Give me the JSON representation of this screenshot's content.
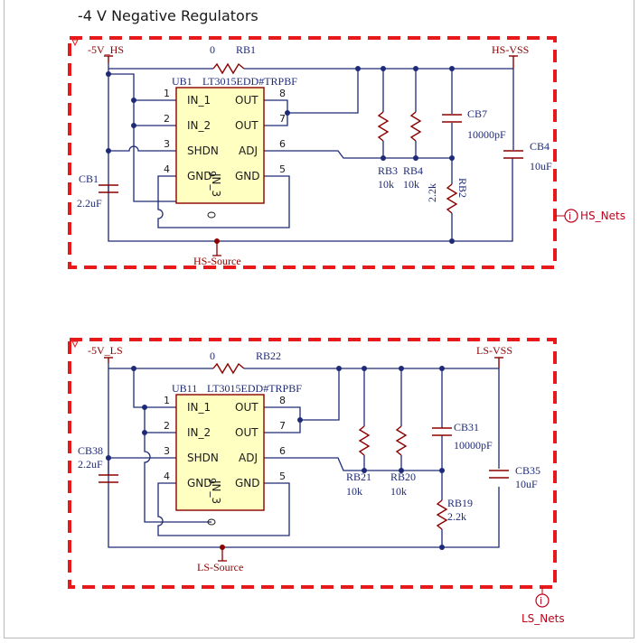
{
  "title": "-4 V Negative Regulators",
  "hs": {
    "ports": {
      "supply": "-5V_HS",
      "vss": "HS-VSS",
      "source": "HS-Source"
    },
    "nets_label": "HS_Nets",
    "ic": {
      "designator": "UB1",
      "part": "LT3015EDD#TRPBF",
      "pins": [
        {
          "num": "1",
          "name": "IN_1"
        },
        {
          "num": "2",
          "name": "IN_2"
        },
        {
          "num": "3",
          "name": "SHDN"
        },
        {
          "num": "4",
          "name": "GND"
        },
        {
          "num": "8",
          "name": "OUT"
        },
        {
          "num": "7",
          "name": "OUT"
        },
        {
          "num": "6",
          "name": "ADJ"
        },
        {
          "num": "5",
          "name": "GND"
        },
        {
          "num": "9",
          "name": "IN_3"
        }
      ]
    },
    "rb1": {
      "ref": "RB1",
      "value": "0"
    },
    "rb3": {
      "ref": "RB3",
      "value": "10k"
    },
    "rb4": {
      "ref": "RB4",
      "value": "10k"
    },
    "rb2": {
      "ref": "RB2",
      "value": "2.2k"
    },
    "cb7": {
      "ref": "CB7",
      "value": "10000pF"
    },
    "cb4": {
      "ref": "CB4",
      "value": "10uF"
    },
    "cb1": {
      "ref": "CB1",
      "value": "2.2uF"
    }
  },
  "ls": {
    "ports": {
      "supply": "-5V_LS",
      "vss": "LS-VSS",
      "source": "LS-Source"
    },
    "nets_label": "LS_Nets",
    "ic": {
      "designator": "UB11",
      "part": "LT3015EDD#TRPBF",
      "pins": [
        {
          "num": "1",
          "name": "IN_1"
        },
        {
          "num": "2",
          "name": "IN_2"
        },
        {
          "num": "3",
          "name": "SHDN"
        },
        {
          "num": "4",
          "name": "GND"
        },
        {
          "num": "8",
          "name": "OUT"
        },
        {
          "num": "7",
          "name": "OUT"
        },
        {
          "num": "6",
          "name": "ADJ"
        },
        {
          "num": "5",
          "name": "GND"
        },
        {
          "num": "9",
          "name": "IN_3"
        }
      ]
    },
    "rb22": {
      "ref": "RB22",
      "value": "0"
    },
    "rb21": {
      "ref": "RB21",
      "value": "10k"
    },
    "rb20": {
      "ref": "RB20",
      "value": "10k"
    },
    "rb19": {
      "ref": "RB19",
      "value": "2.2k"
    },
    "cb31": {
      "ref": "CB31",
      "value": "10000pF"
    },
    "cb35": {
      "ref": "CB35",
      "value": "10uF"
    },
    "cb38": {
      "ref": "CB38",
      "value": "2.2uF"
    }
  }
}
